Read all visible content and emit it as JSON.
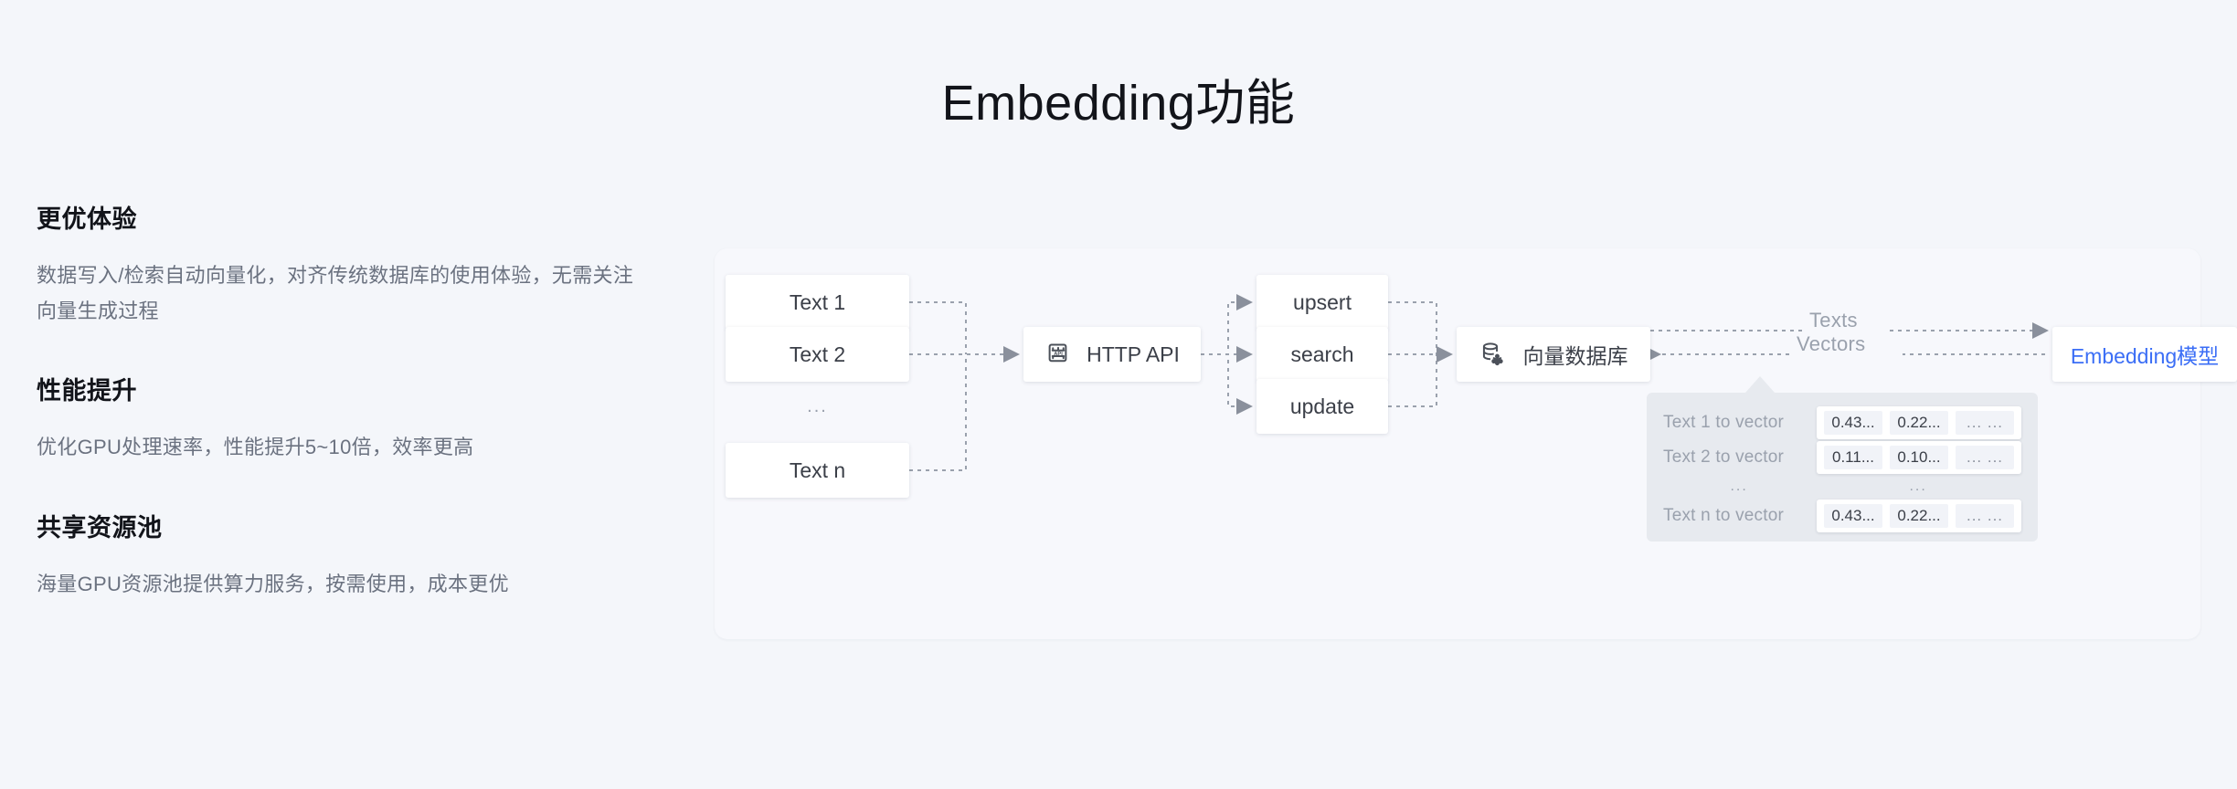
{
  "page": {
    "title": "Embedding功能",
    "background_color": "#f4f6fa",
    "accent_color": "#3b6ef6"
  },
  "features": [
    {
      "title": "更优体验",
      "desc": "数据写入/检索自动向量化，对齐传统数据库的使用体验，无需关注向量生成过程"
    },
    {
      "title": "性能提升",
      "desc": "优化GPU处理速率，性能提升5~10倍，效率更高"
    },
    {
      "title": "共享资源池",
      "desc": "海量GPU资源池提供算力服务，按需使用，成本更优"
    }
  ],
  "diagram": {
    "texts": [
      {
        "label": "Text 1"
      },
      {
        "label": "Text 2"
      },
      {
        "label": "Text n"
      }
    ],
    "texts_ellipsis": "...",
    "api_node": {
      "label": "HTTP API",
      "icon": "api-chip-icon"
    },
    "operations": [
      {
        "label": "upsert"
      },
      {
        "label": "search"
      },
      {
        "label": "update"
      }
    ],
    "database_node": {
      "label": "向量数据库",
      "icon": "vector-database-icon"
    },
    "edge_labels": {
      "texts": "Texts",
      "vectors": "Vectors"
    },
    "model_node": {
      "label": "Embedding模型",
      "color": "#3b6ef6"
    },
    "vector_panel": {
      "rows": [
        {
          "label": "Text 1 to vector",
          "chips": [
            "0.43...",
            "0.22...",
            "... ..."
          ]
        },
        {
          "label": "Text 2 to vector",
          "chips": [
            "0.11...",
            "0.10...",
            "... ..."
          ]
        }
      ],
      "mid_ellipsis_left": "...",
      "mid_ellipsis_right": "...",
      "last_row": {
        "label": "Text n to vector",
        "chips": [
          "0.43...",
          "0.22...",
          "... ..."
        ]
      }
    }
  }
}
